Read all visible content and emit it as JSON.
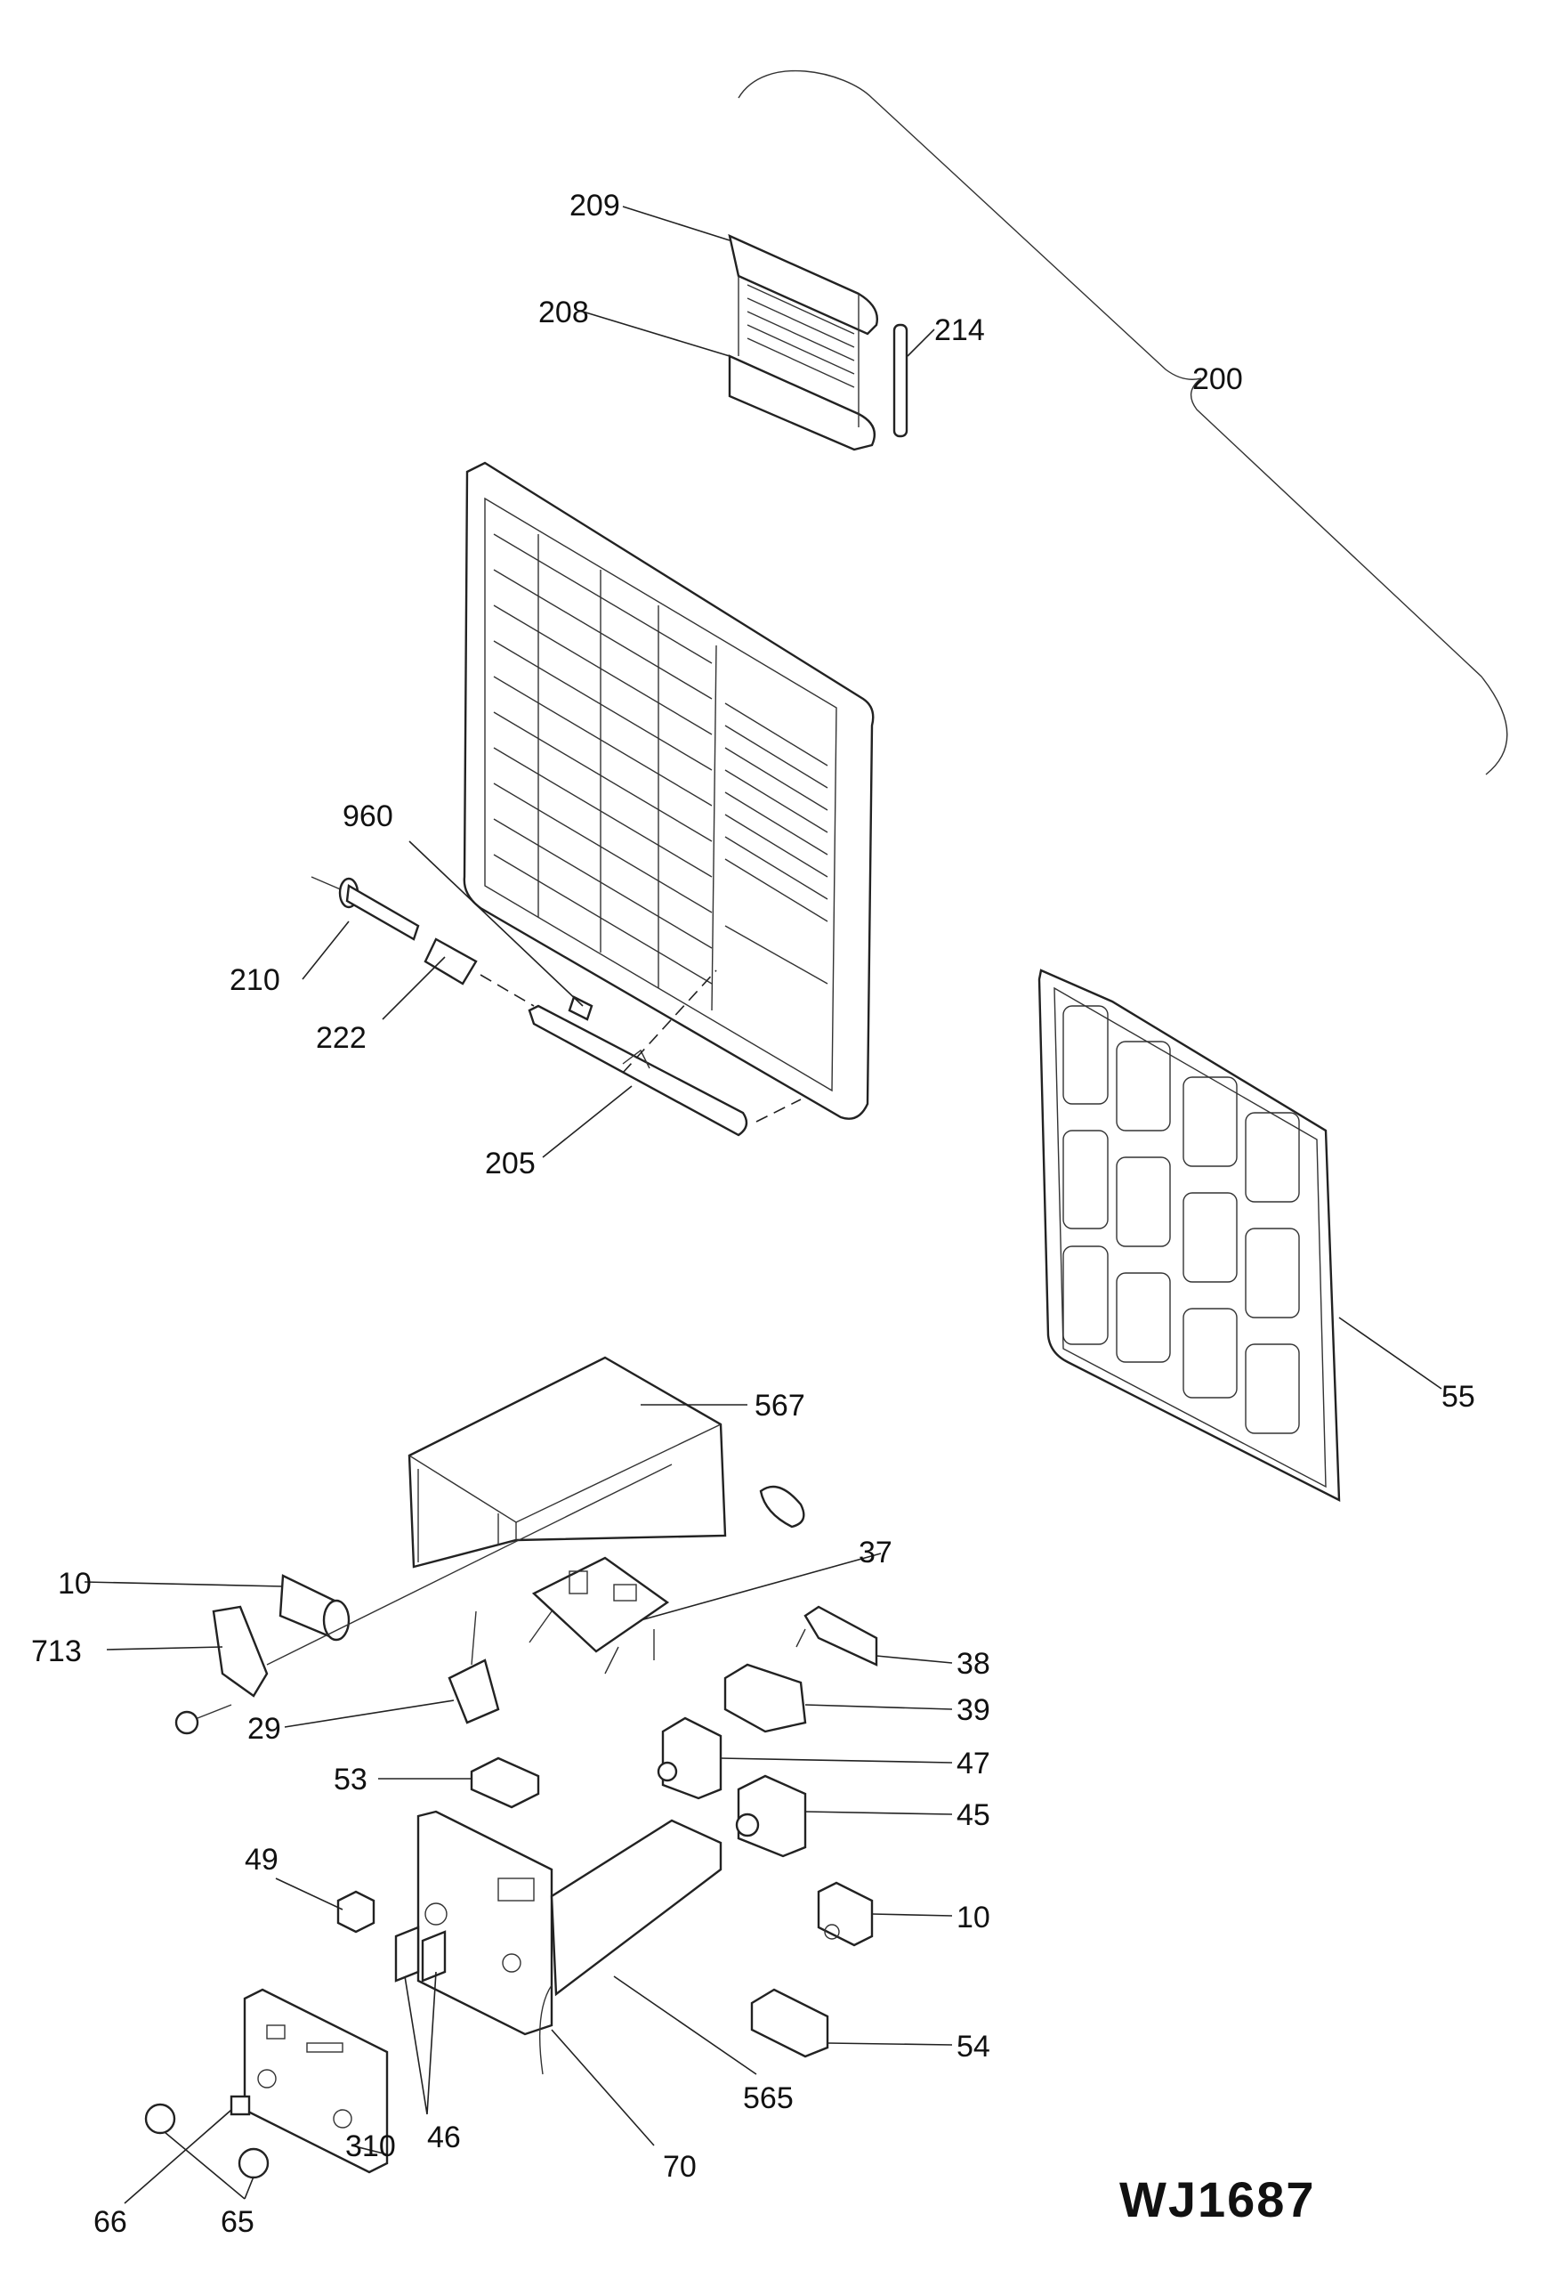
{
  "diagram": {
    "drawing_code": "WJ1687",
    "labels": {
      "p200": "200",
      "p209": "209",
      "p208": "208",
      "p214": "214",
      "p960": "960",
      "p210": "210",
      "p222": "222",
      "p205": "205",
      "p55": "55",
      "p567": "567",
      "p37": "37",
      "p10a": "10",
      "p713": "713",
      "p38": "38",
      "p39": "39",
      "p29": "29",
      "p47": "47",
      "p53": "53",
      "p45": "45",
      "p49": "49",
      "p10b": "10",
      "p54": "54",
      "p565": "565",
      "p70": "70",
      "p46": "46",
      "p310": "310",
      "p66": "66",
      "p65": "65"
    }
  }
}
